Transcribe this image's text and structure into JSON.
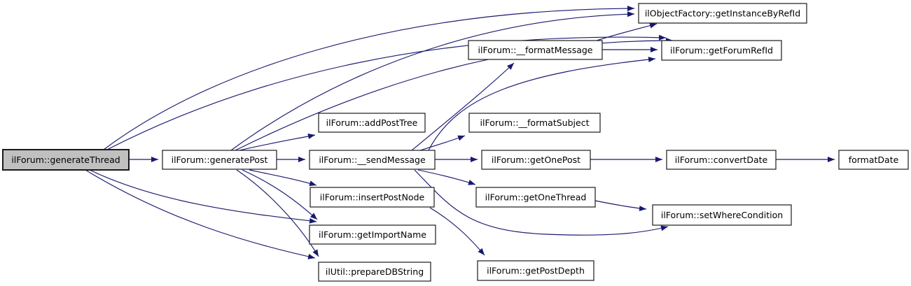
{
  "diagram": {
    "type": "call-graph",
    "colors": {
      "background": "#ffffff",
      "edge": "#191970",
      "node_fill": "#ffffff",
      "node_border": "#1a1a1a",
      "highlight_fill": "#c0c0c0",
      "text": "#000000"
    },
    "nodes": [
      {
        "id": "generateThread",
        "label": "ilForum::generateThread",
        "highlighted": true
      },
      {
        "id": "generatePost",
        "label": "ilForum::generatePost",
        "highlighted": false
      },
      {
        "id": "addPostTree",
        "label": "ilForum::addPostTree",
        "highlighted": false
      },
      {
        "id": "sendMessage",
        "label": "ilForum::__sendMessage",
        "highlighted": false
      },
      {
        "id": "insertPostNode",
        "label": "ilForum::insertPostNode",
        "highlighted": false
      },
      {
        "id": "getImportName",
        "label": "ilForum::getImportName",
        "highlighted": false
      },
      {
        "id": "prepareDBString",
        "label": "ilUtil::prepareDBString",
        "highlighted": false
      },
      {
        "id": "formatMessage",
        "label": "ilForum::__formatMessage",
        "highlighted": false
      },
      {
        "id": "formatSubject",
        "label": "ilForum::__formatSubject",
        "highlighted": false
      },
      {
        "id": "getOnePost",
        "label": "ilForum::getOnePost",
        "highlighted": false
      },
      {
        "id": "getOneThread",
        "label": "ilForum::getOneThread",
        "highlighted": false
      },
      {
        "id": "getPostDepth",
        "label": "ilForum::getPostDepth",
        "highlighted": false
      },
      {
        "id": "getInstanceByRefId",
        "label": "ilObjectFactory::getInstanceByRefId",
        "highlighted": false
      },
      {
        "id": "getForumRefId",
        "label": "ilForum::getForumRefId",
        "highlighted": false
      },
      {
        "id": "convertDate",
        "label": "ilForum::convertDate",
        "highlighted": false
      },
      {
        "id": "formatDate",
        "label": "formatDate",
        "highlighted": false
      },
      {
        "id": "setWhereCondition",
        "label": "ilForum::setWhereCondition",
        "highlighted": false
      }
    ],
    "edges": [
      {
        "from": "generateThread",
        "to": "generatePost"
      },
      {
        "from": "generateThread",
        "to": "getInstanceByRefId"
      },
      {
        "from": "generateThread",
        "to": "getForumRefId"
      },
      {
        "from": "generateThread",
        "to": "getImportName"
      },
      {
        "from": "generateThread",
        "to": "prepareDBString"
      },
      {
        "from": "generatePost",
        "to": "sendMessage"
      },
      {
        "from": "generatePost",
        "to": "addPostTree"
      },
      {
        "from": "generatePost",
        "to": "getInstanceByRefId"
      },
      {
        "from": "generatePost",
        "to": "getForumRefId"
      },
      {
        "from": "generatePost",
        "to": "insertPostNode"
      },
      {
        "from": "generatePost",
        "to": "getImportName"
      },
      {
        "from": "generatePost",
        "to": "prepareDBString"
      },
      {
        "from": "sendMessage",
        "to": "getOnePost"
      },
      {
        "from": "sendMessage",
        "to": "formatMessage"
      },
      {
        "from": "sendMessage",
        "to": "formatSubject"
      },
      {
        "from": "sendMessage",
        "to": "getOneThread"
      },
      {
        "from": "sendMessage",
        "to": "getForumRefId"
      },
      {
        "from": "sendMessage",
        "to": "setWhereCondition"
      },
      {
        "from": "formatMessage",
        "to": "getInstanceByRefId"
      },
      {
        "from": "formatMessage",
        "to": "getForumRefId"
      },
      {
        "from": "insertPostNode",
        "to": "getPostDepth"
      },
      {
        "from": "getOnePost",
        "to": "convertDate"
      },
      {
        "from": "getOneThread",
        "to": "setWhereCondition"
      },
      {
        "from": "convertDate",
        "to": "formatDate"
      }
    ]
  }
}
